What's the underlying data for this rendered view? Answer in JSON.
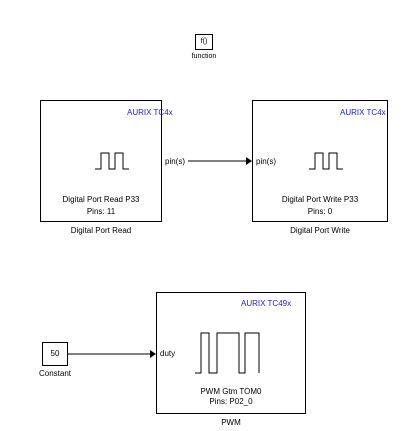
{
  "function_block": {
    "symbol": "f()",
    "label": "function"
  },
  "read_block": {
    "brand": "AURIX TC4x",
    "port_out": "pin(s)",
    "line1": "Digital Port Read  P33",
    "line2": "Pins: 11",
    "caption": "Digital Port Read"
  },
  "write_block": {
    "brand": "AURIX TC4x",
    "port_in": "pin(s)",
    "line1": "Digital Port Write  P33",
    "line2": "Pins: 0",
    "caption": "Digital Port Write"
  },
  "constant_block": {
    "value": "50",
    "caption": "Constant"
  },
  "pwm_block": {
    "brand": "AURIX TC49x",
    "port_in": "duty",
    "line1": "PWM  Gtm TOM0",
    "line2": "Pins: P02_0",
    "caption": "PWM"
  },
  "colors": {
    "brand": "#1f22c9",
    "line": "#000000"
  }
}
